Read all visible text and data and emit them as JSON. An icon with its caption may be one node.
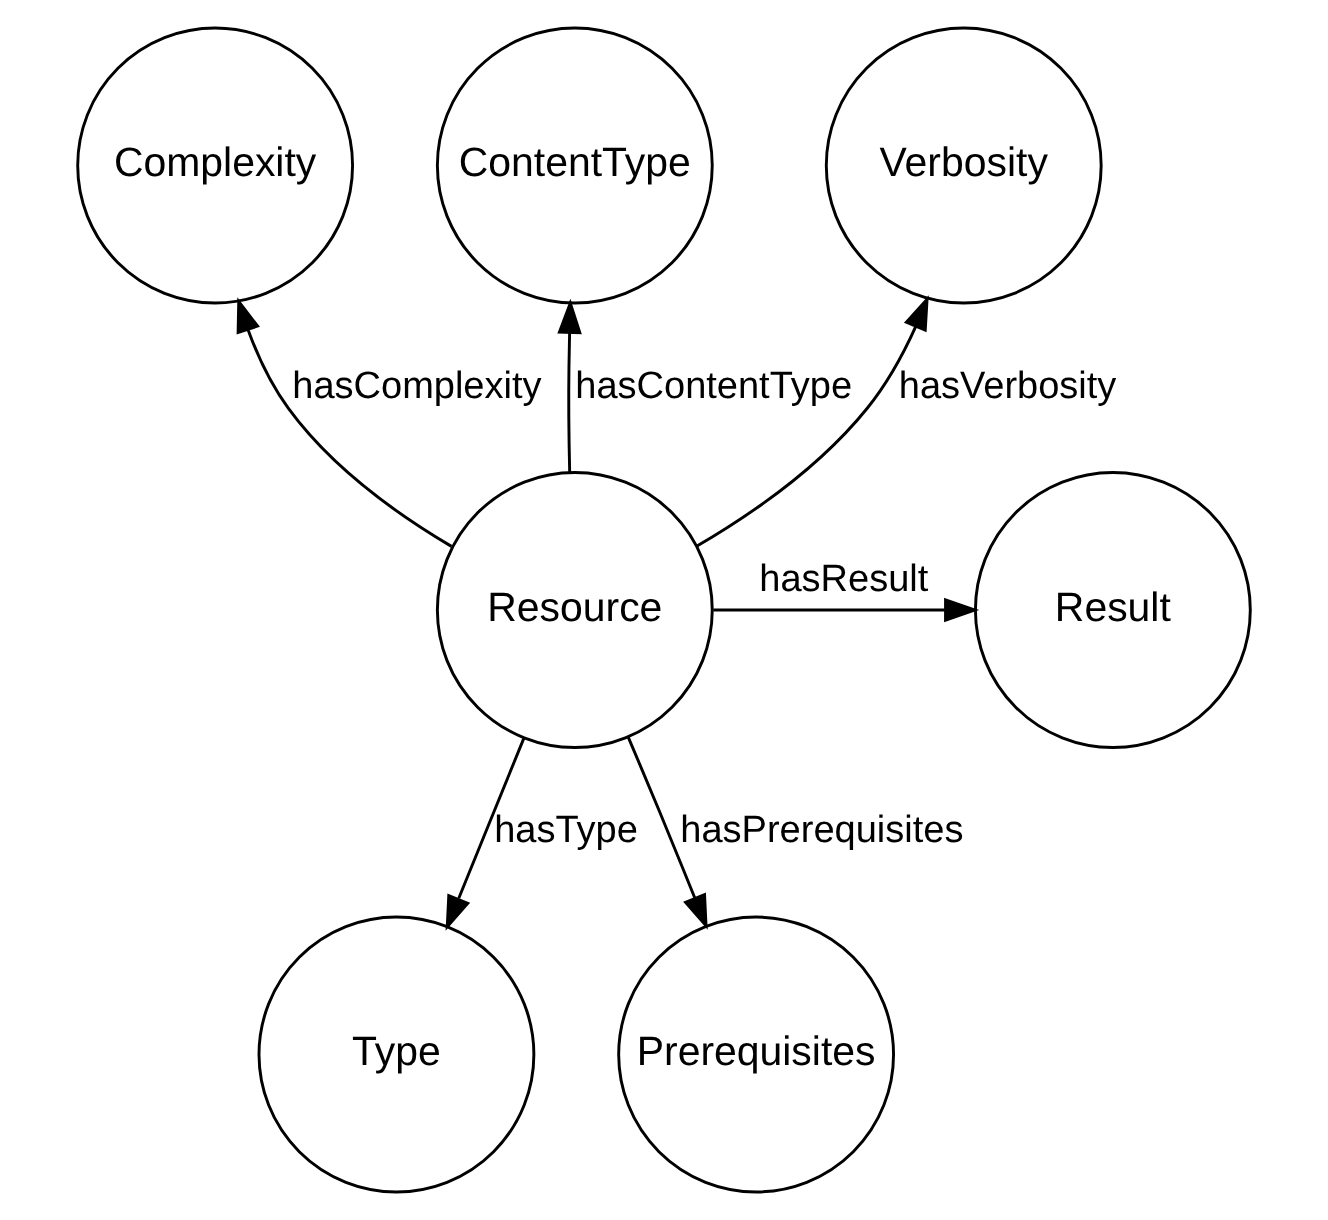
{
  "diagram": {
    "nodes": [
      {
        "text": [
          "Complexity"
        ]
      },
      {
        "text": [
          "ContentType"
        ]
      },
      {
        "text": [
          "Verbosity"
        ]
      },
      {
        "text": [
          "Result"
        ]
      },
      {
        "text": [
          "Resource"
        ]
      },
      {
        "text": [
          "Type"
        ]
      },
      {
        "text": [
          "Prerequisites"
        ]
      }
    ],
    "edges": [
      {
        "from": 4,
        "to": 0,
        "arrow": "to",
        "label": "hasComplexity"
      },
      {
        "from": 4,
        "to": 1,
        "arrow": "to",
        "label": "hasContentType"
      },
      {
        "from": 4,
        "to": 2,
        "arrow": "to",
        "label": "hasVerbosity"
      },
      {
        "from": 4,
        "to": 3,
        "arrow": "to",
        "label": "hasResult"
      },
      {
        "from": 4,
        "to": 5,
        "arrow": "to",
        "label": "hasType"
      },
      {
        "from": 4,
        "to": 6,
        "arrow": "to",
        "label": "hasPrerequisites"
      }
    ]
  }
}
